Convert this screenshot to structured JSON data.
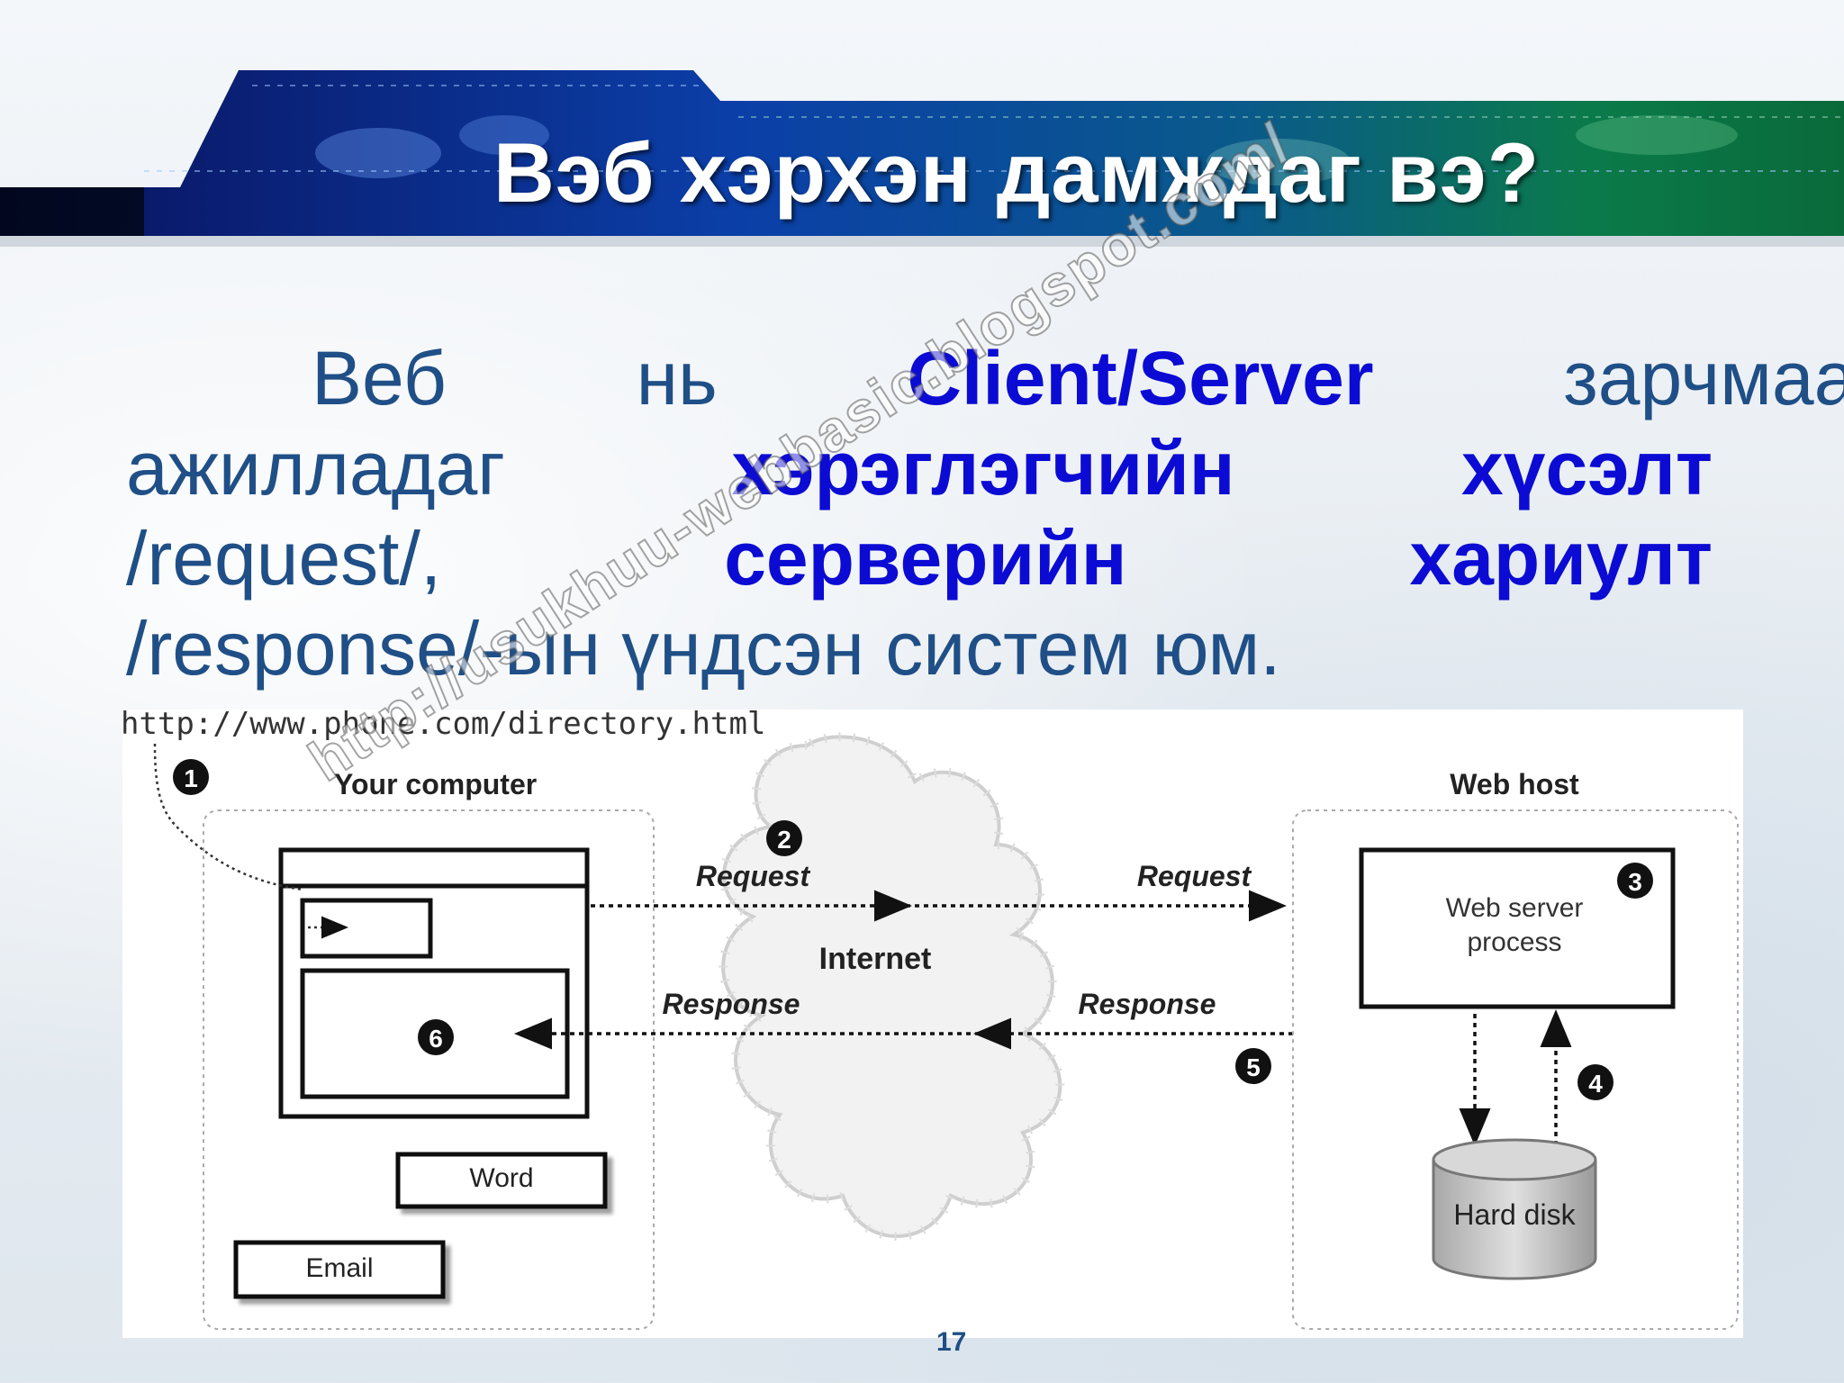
{
  "slide": {
    "title": "Вэб хэрхэн дамждаг вэ?",
    "page_number": "17",
    "watermark": "http://usukhuu-webbasic.blogspot.com/"
  },
  "paragraph": {
    "line1": [
      "Веб",
      "нь",
      "Client/Server",
      "зарчмаар"
    ],
    "line2": [
      "ажилладаг",
      "хэрэглэгчийн",
      "хүсэлт"
    ],
    "line3": [
      "/request/,",
      "серверийн",
      "хариулт"
    ],
    "line4": "/response/-ын үндсэн систем юм."
  },
  "diagram": {
    "url": "http://www.phone.com/directory.html",
    "your_computer_label": "Your computer",
    "web_host_label": "Web host",
    "internet_label": "Internet",
    "request_label_left": "Request",
    "request_label_right": "Request",
    "response_label_left": "Response",
    "response_label_right": "Response",
    "web_server_line1": "Web server",
    "web_server_line2": "process",
    "hard_disk_label": "Hard disk",
    "word_label": "Word",
    "email_label": "Email",
    "steps": [
      "1",
      "2",
      "3",
      "4",
      "5",
      "6"
    ]
  },
  "colors": {
    "highlight": "#0b0bd4",
    "body_text": "#1f4f86",
    "title_text": "#ffffff"
  }
}
